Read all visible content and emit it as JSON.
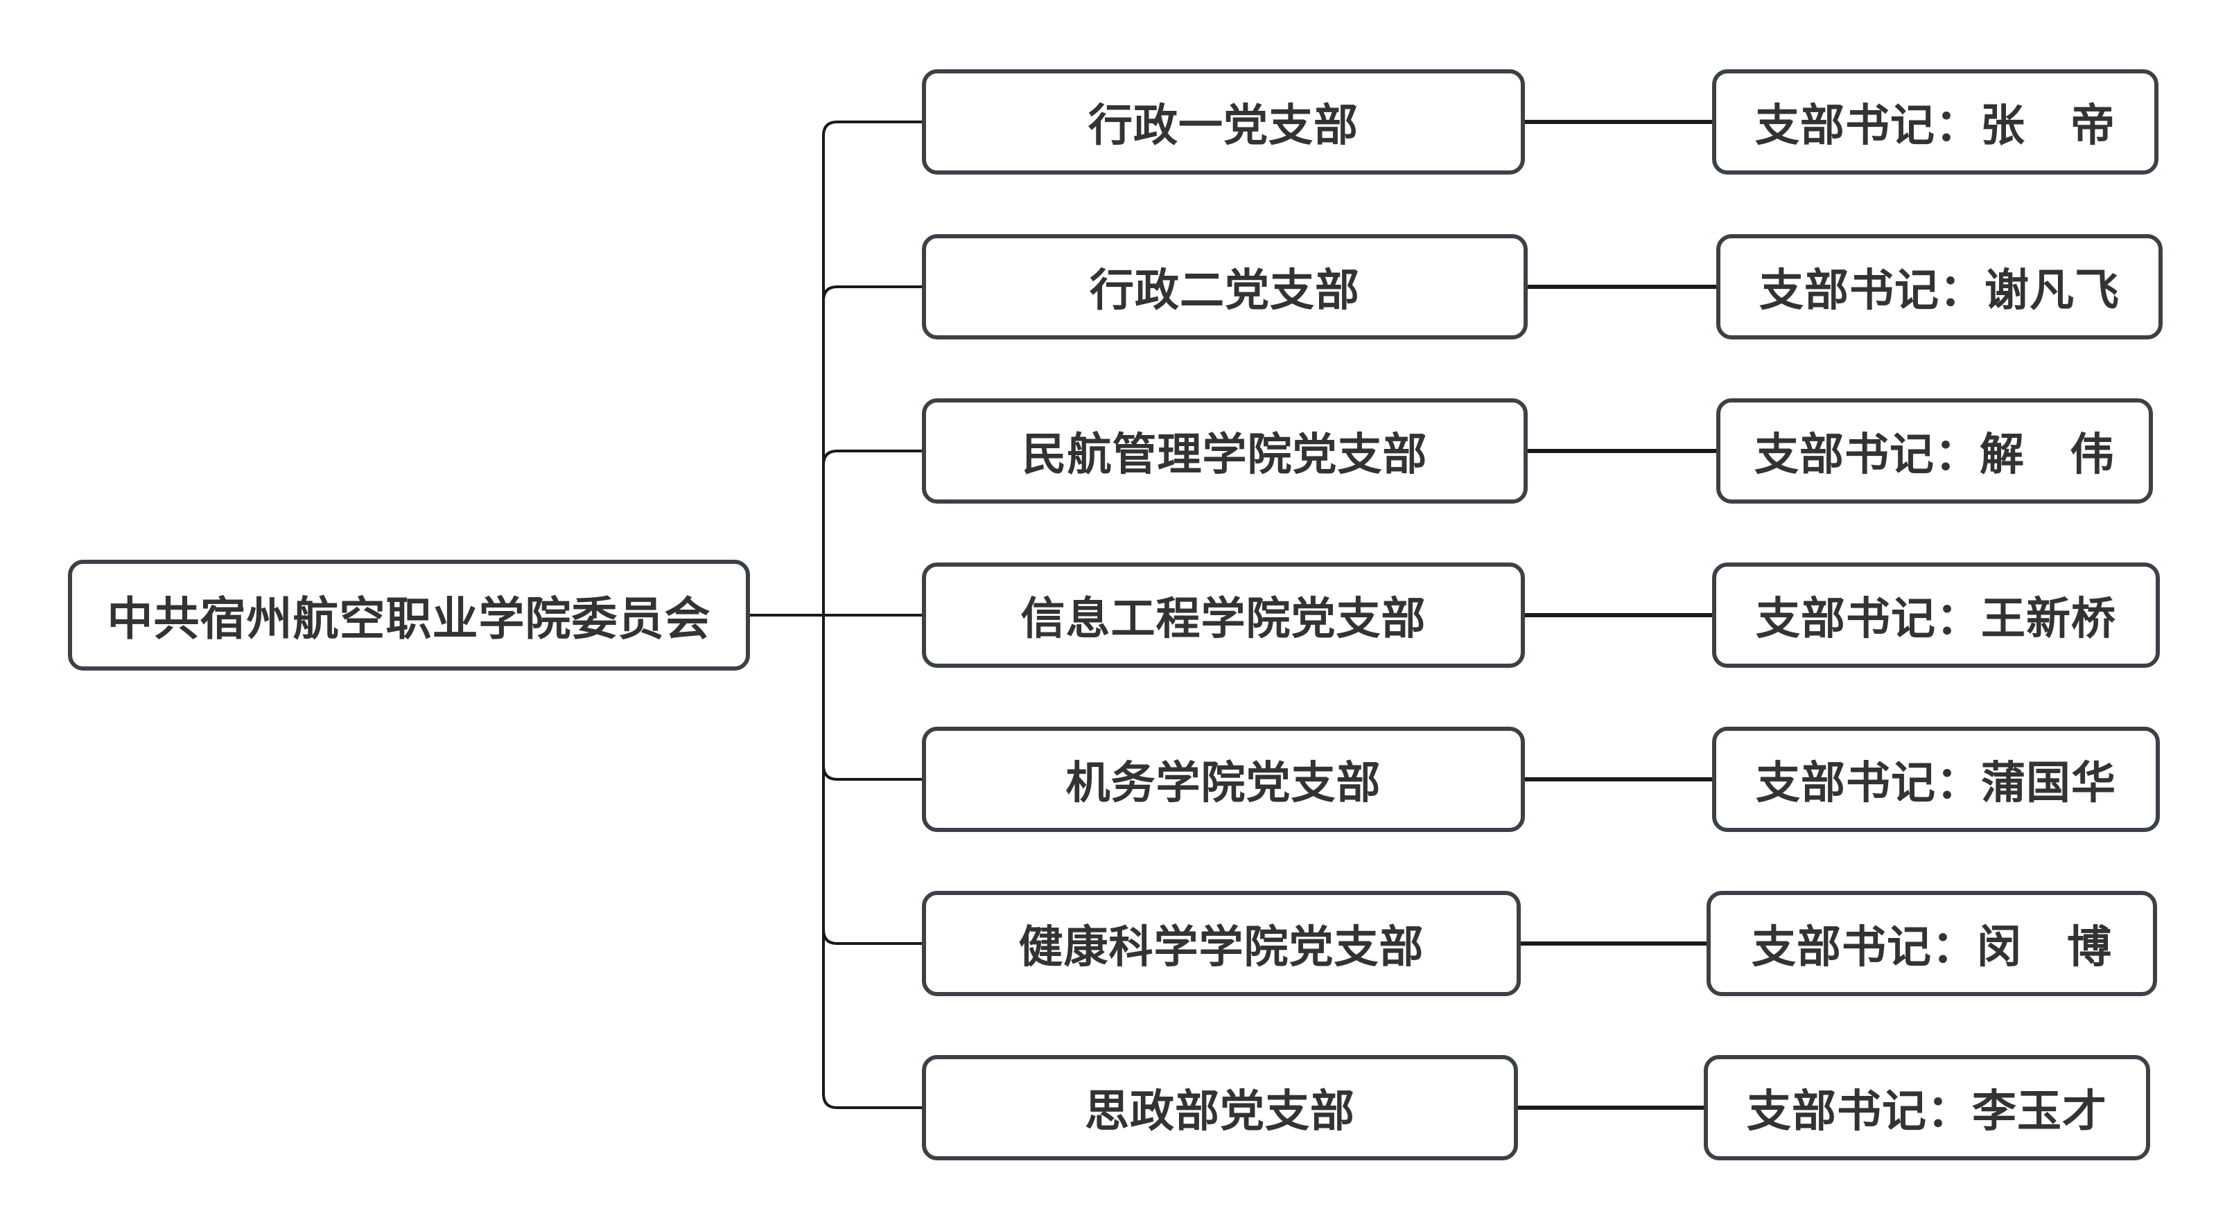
{
  "root": {
    "label": "中共宿州航空职业学院委员会"
  },
  "branches": [
    {
      "name": "行政一党支部",
      "secretary": "支部书记：张　帝"
    },
    {
      "name": "行政二党支部",
      "secretary": "支部书记：谢凡飞"
    },
    {
      "name": "民航管理学院党支部",
      "secretary": "支部书记：解　伟"
    },
    {
      "name": "信息工程学院党支部",
      "secretary": "支部书记：王新桥"
    },
    {
      "name": "机务学院党支部",
      "secretary": "支部书记：蒲国华"
    },
    {
      "name": "健康科学学院党支部",
      "secretary": "支部书记：闵　博"
    },
    {
      "name": "思政部党支部",
      "secretary": "支部书记：李玉才"
    }
  ],
  "colors": {
    "border": "#3c4147",
    "line": "#1a1a1a",
    "text": "#333333",
    "background": "#ffffff"
  }
}
